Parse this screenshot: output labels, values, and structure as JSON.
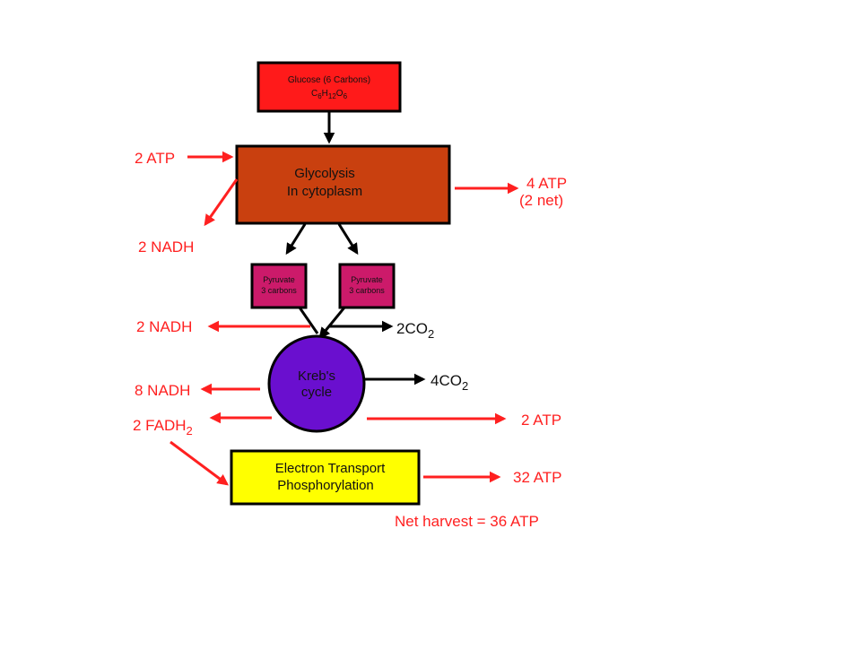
{
  "colors": {
    "arrow_red": "#ff2020",
    "arrow_black": "#000000",
    "glucose_fill": "#ff1a1a",
    "glycolysis_fill": "#c9400f",
    "pyruvate_fill": "#cc1a6a",
    "krebs_fill": "#6a0fcf",
    "etc_fill": "#ffff00"
  },
  "glucose": {
    "line1": "Glucose (6 Carbons)",
    "formula_main": "C",
    "sub1": "6",
    "h": "H",
    "sub2": "12",
    "o": "O",
    "sub3": "6"
  },
  "glycolysis": {
    "line1": "Glycolysis",
    "line2": "In cytoplasm"
  },
  "pyruvate_left": {
    "line1": "Pyruvate",
    "line2": "3 carbons"
  },
  "pyruvate_right": {
    "line1": "Pyruvate",
    "line2": "3 carbons"
  },
  "krebs": {
    "line1": "Kreb's",
    "line2": "cycle"
  },
  "etc": {
    "line1": "Electron Transport",
    "line2": "Phosphorylation"
  },
  "labels": {
    "atp_in": "2 ATP",
    "nadh_glycolysis": "2 NADH",
    "atp_out_1": "4 ATP",
    "atp_out_1_net": "(2 net)",
    "nadh_pyruvate": "2 NADH",
    "co2_pyruvate_main": "2CO",
    "co2_pyruvate_sub": "2",
    "nadh_krebs": "8 NADH",
    "co2_krebs_main": "4CO",
    "co2_krebs_sub": "2",
    "fadh_main": "2 FADH",
    "fadh_sub": "2",
    "atp_krebs": "2 ATP",
    "atp_etc": "32 ATP",
    "net_harvest": "Net harvest = 36 ATP"
  }
}
